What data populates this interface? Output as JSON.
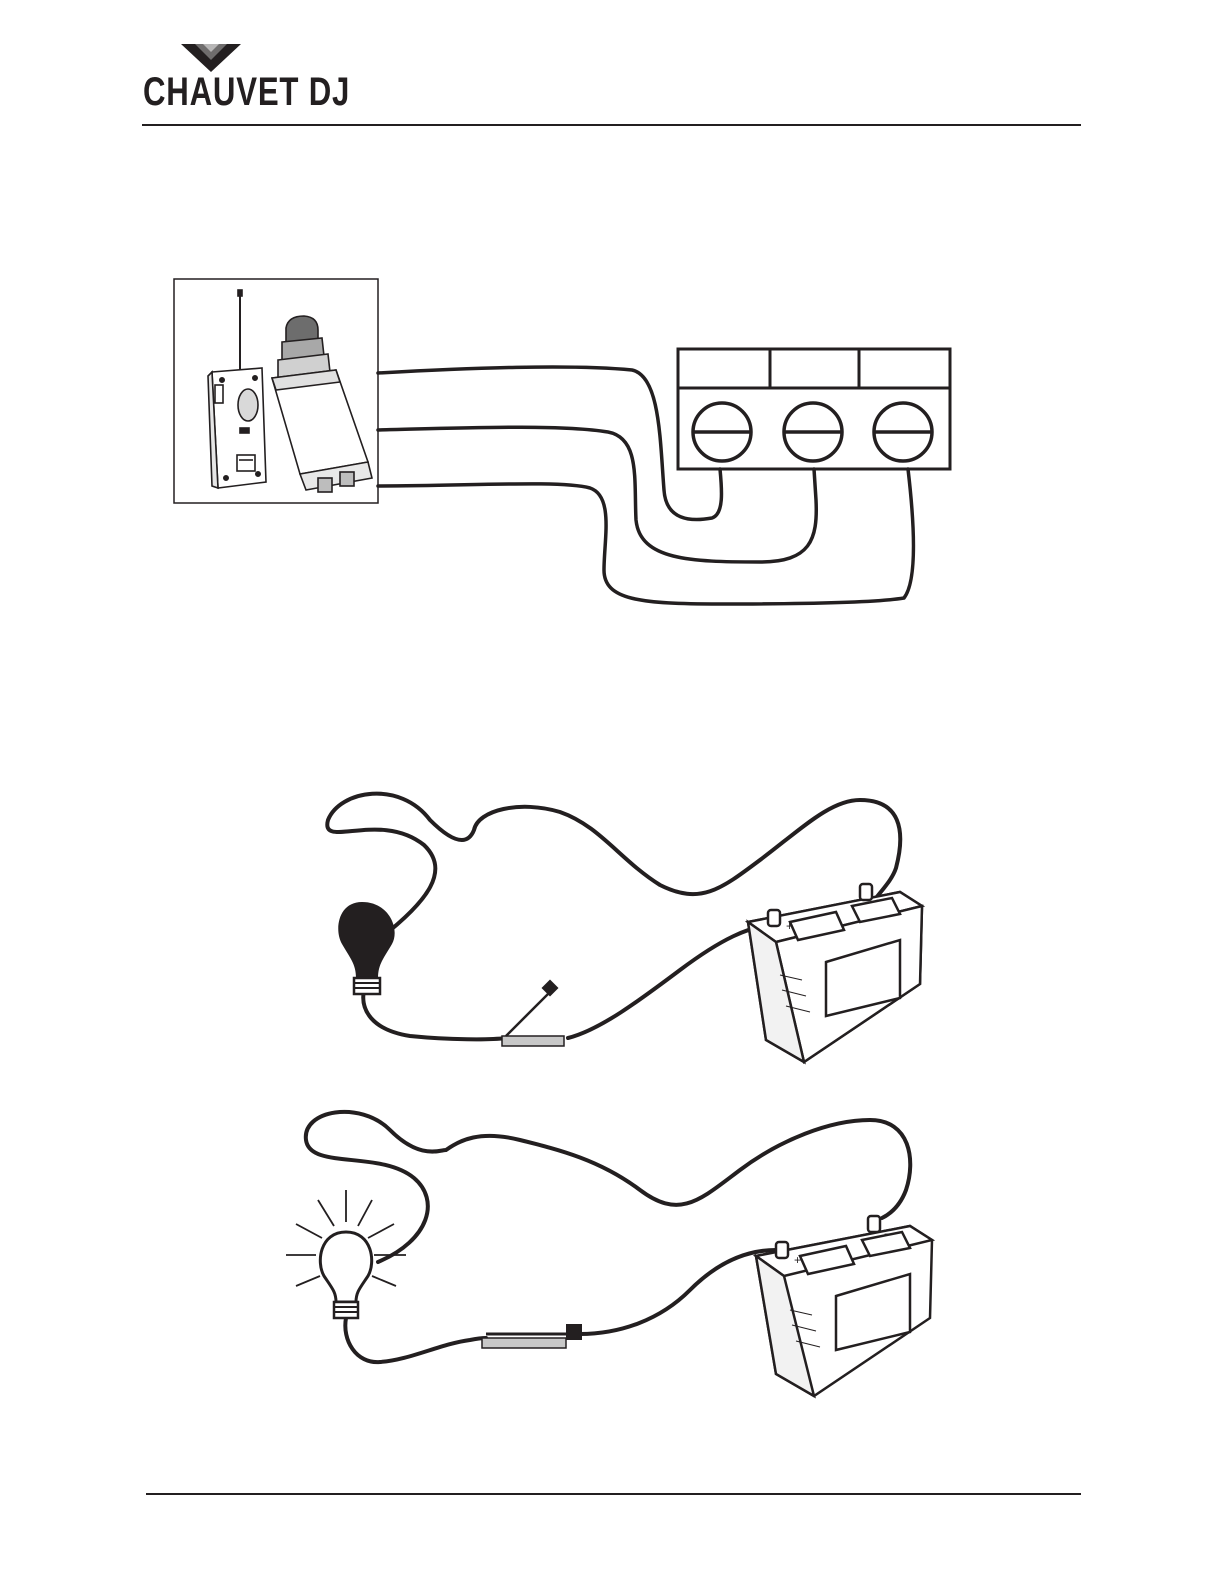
{
  "header": {
    "logo_text": "CHAUVET DJ",
    "logo_icon": "chauvet-dj-logo"
  },
  "figures": {
    "wiring_diagram": {
      "device_icon": "wireless-receiver-and-pushbutton-icon",
      "terminal_block_icon": "three-screw-terminal-block-icon",
      "terminal_count": 3
    },
    "circuit_open": {
      "bulb_icon": "bulb-off-icon",
      "switch_icon": "knife-switch-open-icon",
      "battery_icon": "car-battery-icon",
      "battery_polarity": [
        "+",
        "−"
      ]
    },
    "circuit_closed": {
      "bulb_icon": "bulb-lit-icon",
      "switch_icon": "knife-switch-closed-icon",
      "battery_icon": "car-battery-icon",
      "battery_polarity": [
        "+",
        "−"
      ]
    }
  },
  "colors": {
    "ink": "#231f20",
    "bulb_lit": "#ffffff",
    "switch_base": "#c8c8c8"
  }
}
